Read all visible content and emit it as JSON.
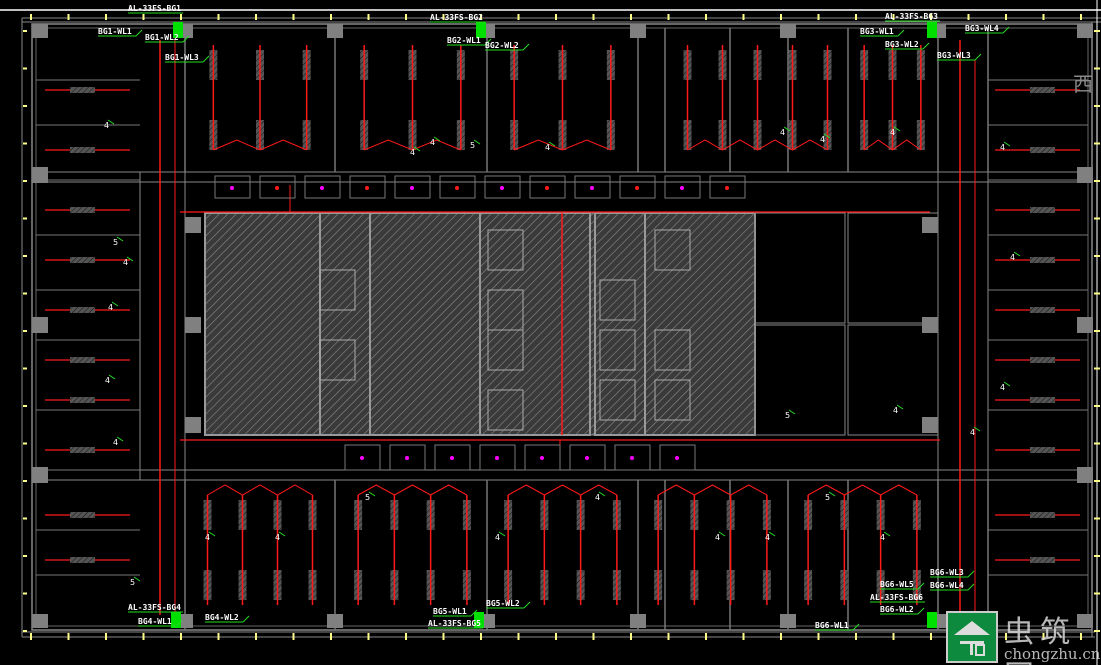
{
  "drawing": {
    "orientation_mark": "西",
    "panels_top": [
      {
        "name": "AL-33FS-BG1",
        "circuits": [
          "BG1-WL1",
          "BG1-WL2",
          "BG1-WL3"
        ]
      },
      {
        "name": "AL-33FS-BG2",
        "circuits": [
          "BG2-WL1",
          "BG2-WL2"
        ]
      },
      {
        "name": "AL-33FS-BG3",
        "circuits": [
          "BG3-WL1",
          "BG3-WL2",
          "BG3-WL3",
          "BG3-WL4"
        ]
      }
    ],
    "panels_bottom": [
      {
        "name": "AL-33FS-BG4",
        "circuits": [
          "BG4-WL1",
          "BG4-WL2"
        ]
      },
      {
        "name": "AL-33FS-BG5",
        "circuits": [
          "BG5-WL1",
          "BG5-WL2"
        ]
      },
      {
        "name": "AL-33FS-BG6",
        "circuits": [
          "BG6-WL1",
          "BG6-WL2",
          "BG6-WL3",
          "BG6-WL4",
          "BG6-WL5"
        ]
      }
    ],
    "wire_counts": [
      "4",
      "5"
    ]
  },
  "watermark": {
    "cn": "虫筑网",
    "en": "chongzhu.cn"
  },
  "colors": {
    "wire": "#ff1a1a",
    "leader": "#22dd22",
    "panel": "#00e000",
    "wall": "#808080",
    "tick": "#ffff88"
  }
}
